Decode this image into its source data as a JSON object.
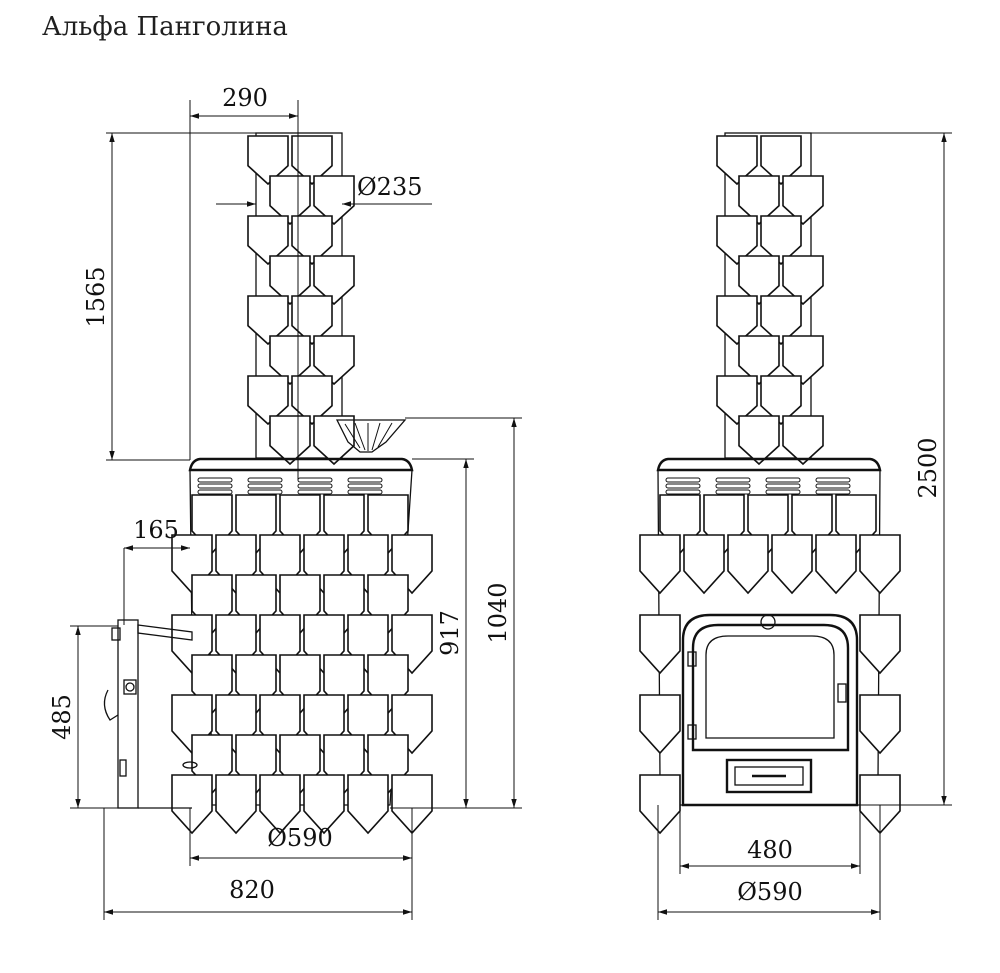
{
  "title": "Альфа Панголина",
  "dimensions": {
    "side": {
      "pipe_offset": "290",
      "pipe_diameter": "Ø235",
      "pipe_height": "1565",
      "handle_offset": "165",
      "door_height": "485",
      "top_height": "917",
      "body_height": "1040",
      "body_diameter": "Ø590",
      "total_depth": "820"
    },
    "front": {
      "total_height": "2500",
      "door_width": "480",
      "body_diameter": "Ø590"
    }
  }
}
